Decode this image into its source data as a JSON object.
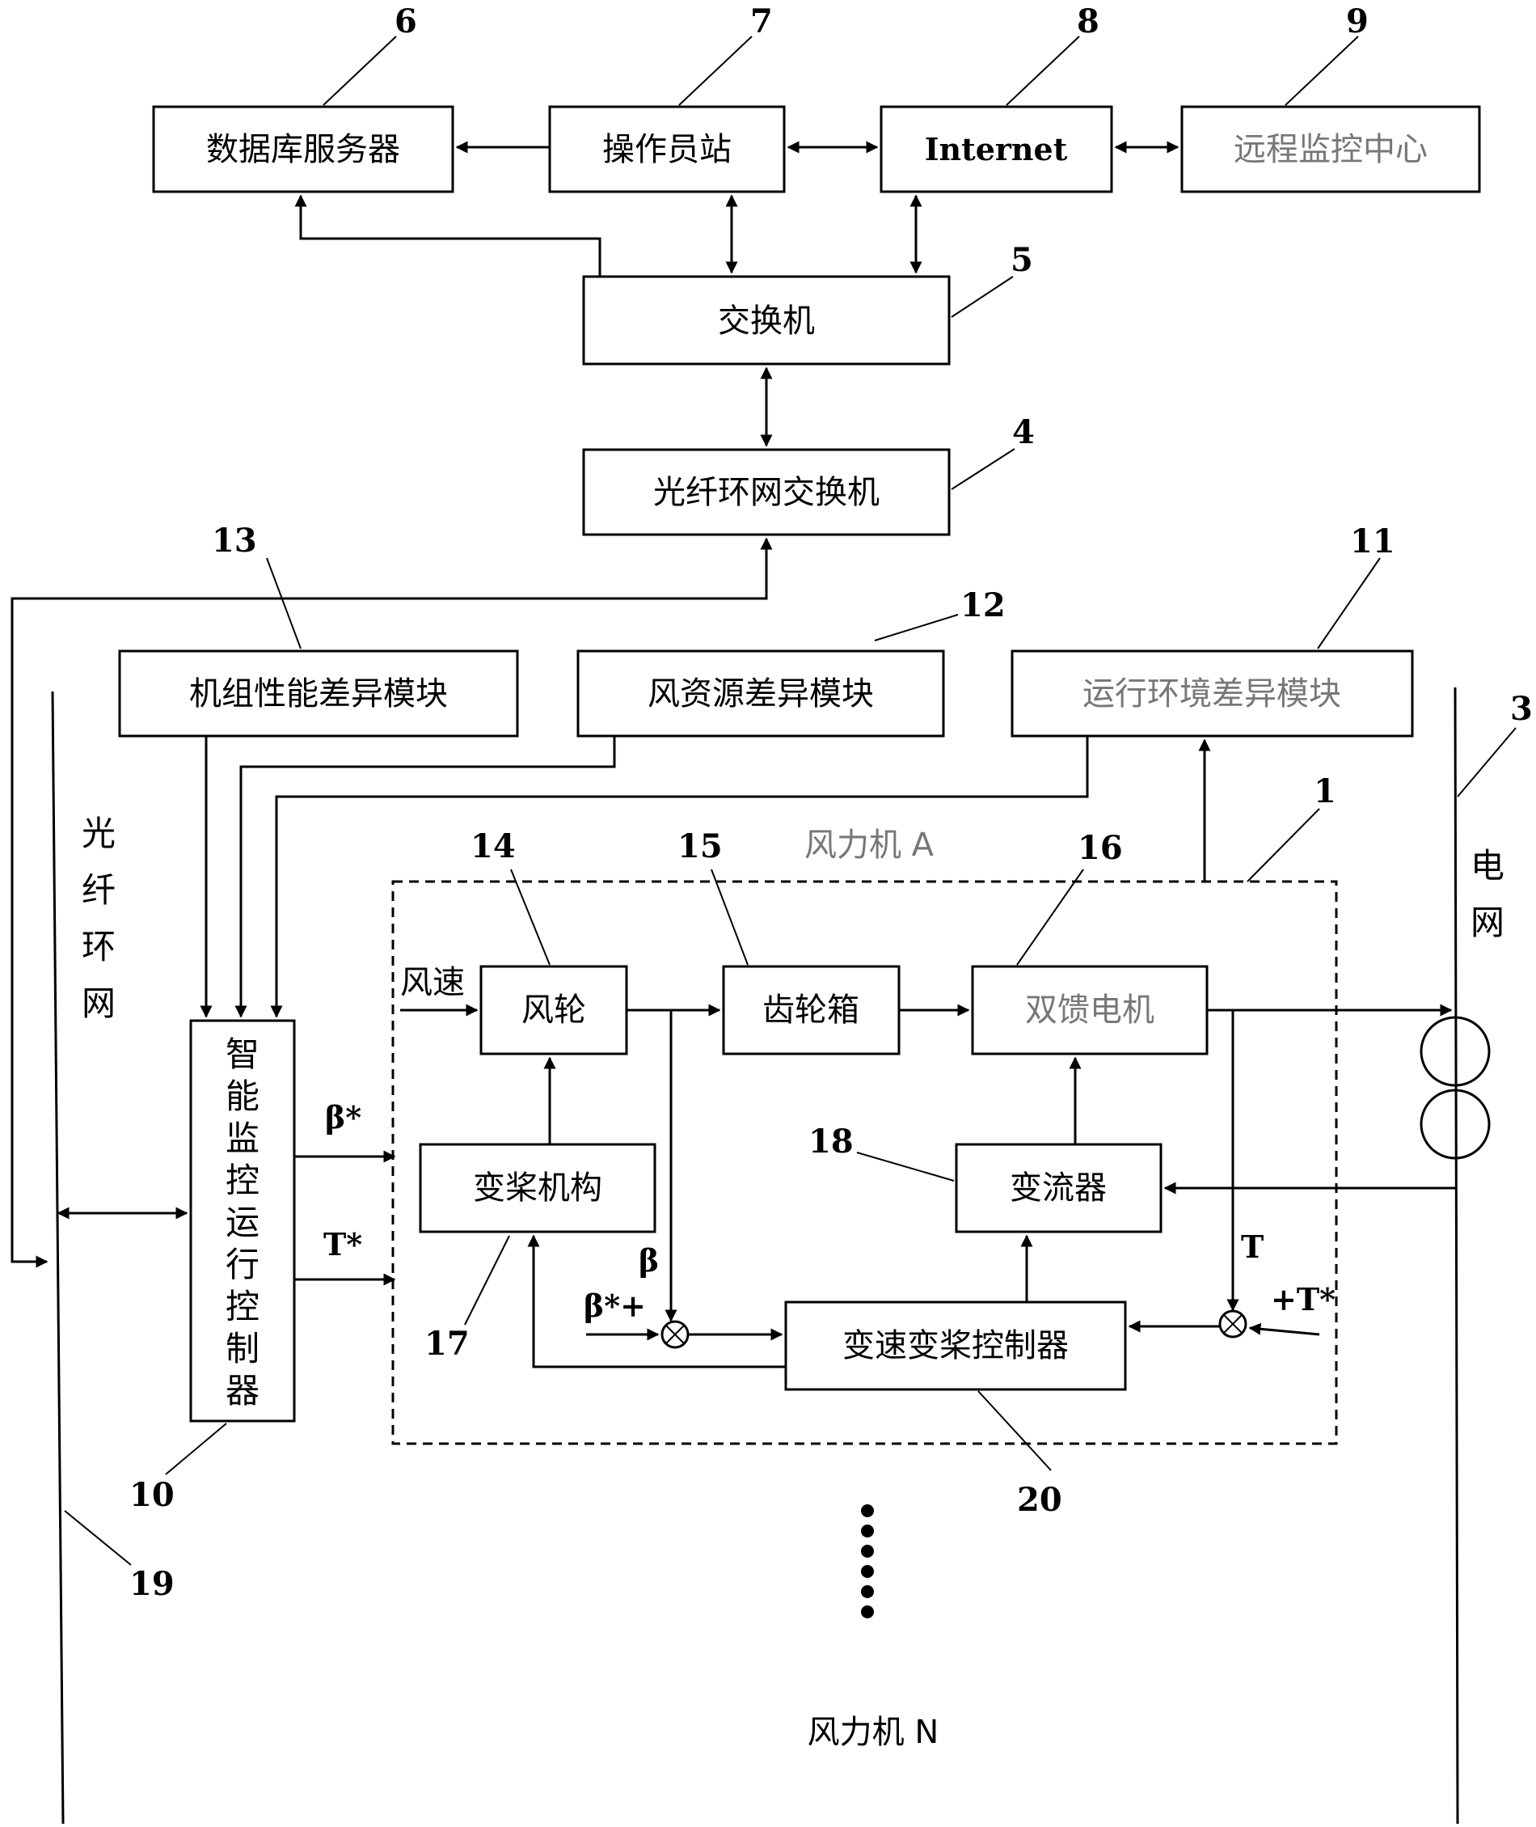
{
  "boxes": {
    "db_server": "数据库服务器",
    "operator_station": "操作员站",
    "internet": "Internet",
    "remote_center": "远程监控中心",
    "switch": "交换机",
    "fiber_ring_switch": "光纤环网交换机",
    "unit_performance_module": "机组性能差异模块",
    "wind_resource_module": "风资源差异模块",
    "env_module": "运行环境差异模块",
    "smart_controller": "智能监控运行控制器",
    "rotor": "风轮",
    "gearbox": "齿轮箱",
    "dfig": "双馈电机",
    "pitch": "变桨机构",
    "converter": "变流器",
    "vs_vp_controller": "变速变桨控制器"
  },
  "labels": {
    "fiber_ring": "光纤环网",
    "grid": "电网",
    "turbine_a": "风力机 A",
    "turbine_n": "风力机 N",
    "wind_speed": "风速",
    "beta_ref": "β*",
    "torque_ref": "T*",
    "beta": "β",
    "torque": "T",
    "beta_ref_plus": "β*+",
    "torque_ref_plus": "+T*"
  },
  "numbers": [
    "1",
    "3",
    "4",
    "5",
    "6",
    "7",
    "8",
    "9",
    "10",
    "11",
    "12",
    "13",
    "14",
    "15",
    "16",
    "17",
    "18",
    "19",
    "20"
  ]
}
